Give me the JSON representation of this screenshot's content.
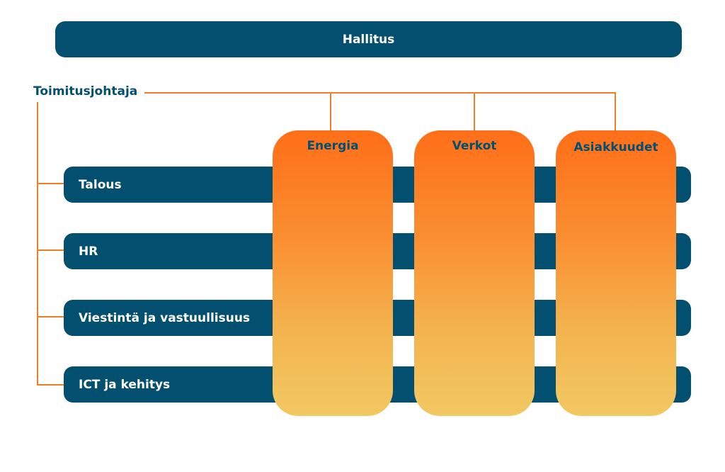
{
  "board": {
    "label": "Hallitus"
  },
  "ceo": {
    "label": "Toimitusjohtaja"
  },
  "functions": [
    {
      "label": "Talous"
    },
    {
      "label": "HR"
    },
    {
      "label": "Viestintä ja vastuullisuus"
    },
    {
      "label": "ICT ja kehitys"
    }
  ],
  "business_units": [
    {
      "label": "Energia"
    },
    {
      "label": "Verkot"
    },
    {
      "label": "Asiakkuudet"
    }
  ],
  "colors": {
    "navy": "#034f6f",
    "orange_line": "#ee7f24",
    "gradient_top": "#ff6e18",
    "gradient_bottom": "#f2c862"
  }
}
